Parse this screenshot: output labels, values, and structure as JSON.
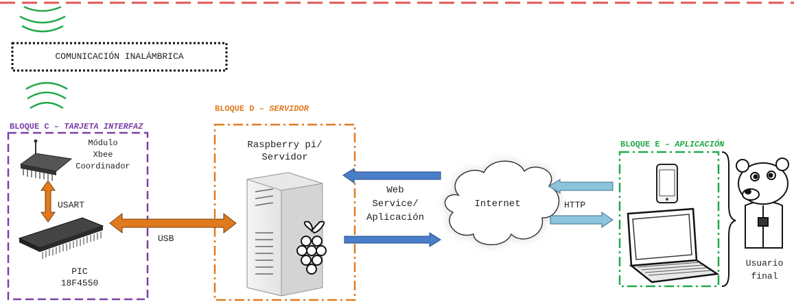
{
  "wireless": {
    "label": "COMUNICACIÓN INALÁMBRICA"
  },
  "block_c": {
    "title_prefix": "BLOQUE C – ",
    "title_name": "TARJETA INTERFAZ",
    "color": "#7b3fa8",
    "xbee_line1": "Módulo",
    "xbee_line2": "Xbee",
    "xbee_line3": "Coordinador",
    "link": "USART",
    "pic_line1": "PIC",
    "pic_line2": "18F4550"
  },
  "usb": {
    "label": "USB"
  },
  "block_d": {
    "title_prefix": "BLOQUE D – ",
    "title_name": "SERVIDOR",
    "color": "#e07a1f",
    "server_line1": "Raspberry pi/",
    "server_line2": "Servidor"
  },
  "web_service": {
    "line1": "Web",
    "line2": "Service/",
    "line3": "Aplicación"
  },
  "cloud": {
    "label": "Internet"
  },
  "http": {
    "label": "HTTP"
  },
  "block_e": {
    "title_prefix": "BLOQUE E – ",
    "title_name": "APLICACIÓN",
    "color": "#22a84a"
  },
  "user": {
    "line1": "Usuario",
    "line2": "final"
  },
  "colors": {
    "top_dash": "#e05555",
    "wifi": "#22a84a",
    "usb_arrow": "#e07a1f",
    "web_arrow": "#4a7ec8",
    "http_arrow": "#8cc4dc"
  }
}
